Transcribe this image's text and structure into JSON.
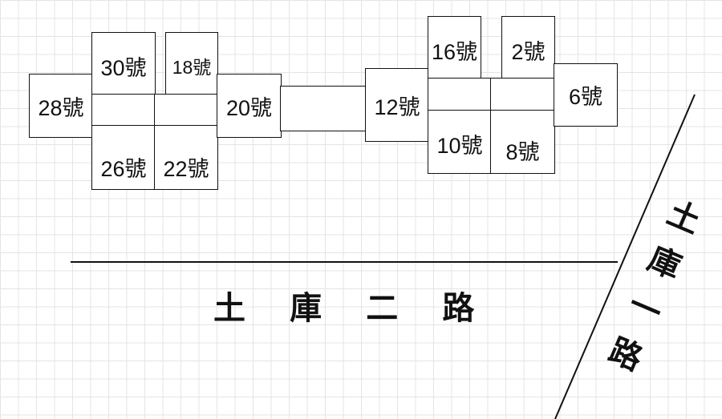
{
  "units": {
    "u28": "28號",
    "u30": "30號",
    "u18": "18號",
    "u20": "20號",
    "u26": "26號",
    "u22": "22號",
    "u12": "12號",
    "u16": "16號",
    "u2": "2號",
    "u6": "6號",
    "u10": "10號",
    "u8": "8號"
  },
  "roads": {
    "horizontal": "土 庫 二 路",
    "diagonal": "土庫一路"
  }
}
